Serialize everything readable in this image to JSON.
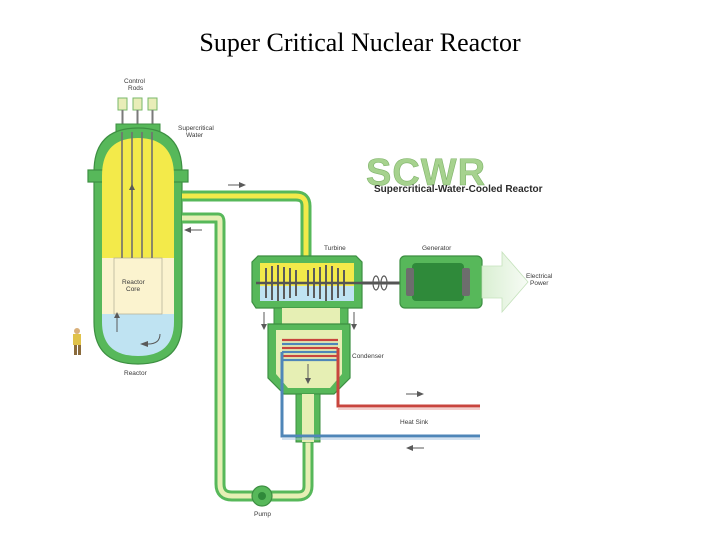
{
  "title": "Super Critical Nuclear Reactor",
  "logo": {
    "acronym": "SCWR",
    "subtitle": "Supercritical-Water-Cooled Reactor"
  },
  "labels": {
    "control_rods_line1": "Control",
    "control_rods_line2": "Rods",
    "supercritical_water_line1": "Supercritical",
    "supercritical_water_line2": "Water",
    "reactor_core_line1": "Reactor",
    "reactor_core_line2": "Core",
    "reactor": "Reactor",
    "turbine": "Turbine",
    "generator": "Generator",
    "electrical_power_line1": "Electrical",
    "electrical_power_line2": "Power",
    "condenser": "Condenser",
    "heat_sink": "Heat Sink",
    "pump": "Pump"
  },
  "colors": {
    "coolant_green": "#57b85a",
    "pipe_inner": "#e6efb4",
    "supercritical_yellow": "#f3ea4a",
    "water_blue": "#bfe3f2",
    "hot_red": "#c8453e",
    "cold_blue": "#4f86b8",
    "generator_green": "#2f8a3a",
    "logo_green": "#a6d28e"
  }
}
